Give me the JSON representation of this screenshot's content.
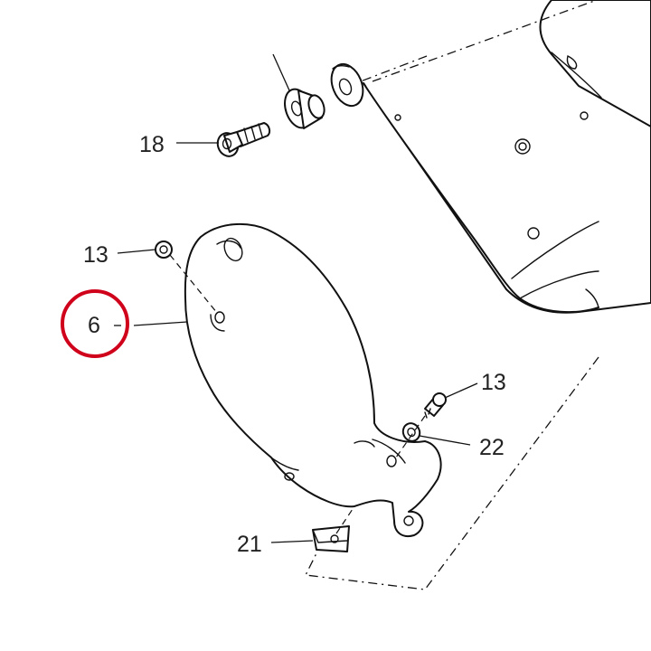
{
  "diagram": {
    "callouts": [
      {
        "id": "18",
        "text": "18"
      },
      {
        "id": "13-top",
        "text": "13"
      },
      {
        "id": "6",
        "text": "6"
      },
      {
        "id": "13-right",
        "text": "13"
      },
      {
        "id": "22",
        "text": "22"
      },
      {
        "id": "21",
        "text": "21"
      }
    ],
    "highlight": {
      "callout": "6",
      "color": "#d0021b"
    },
    "line_color": "#111111"
  }
}
